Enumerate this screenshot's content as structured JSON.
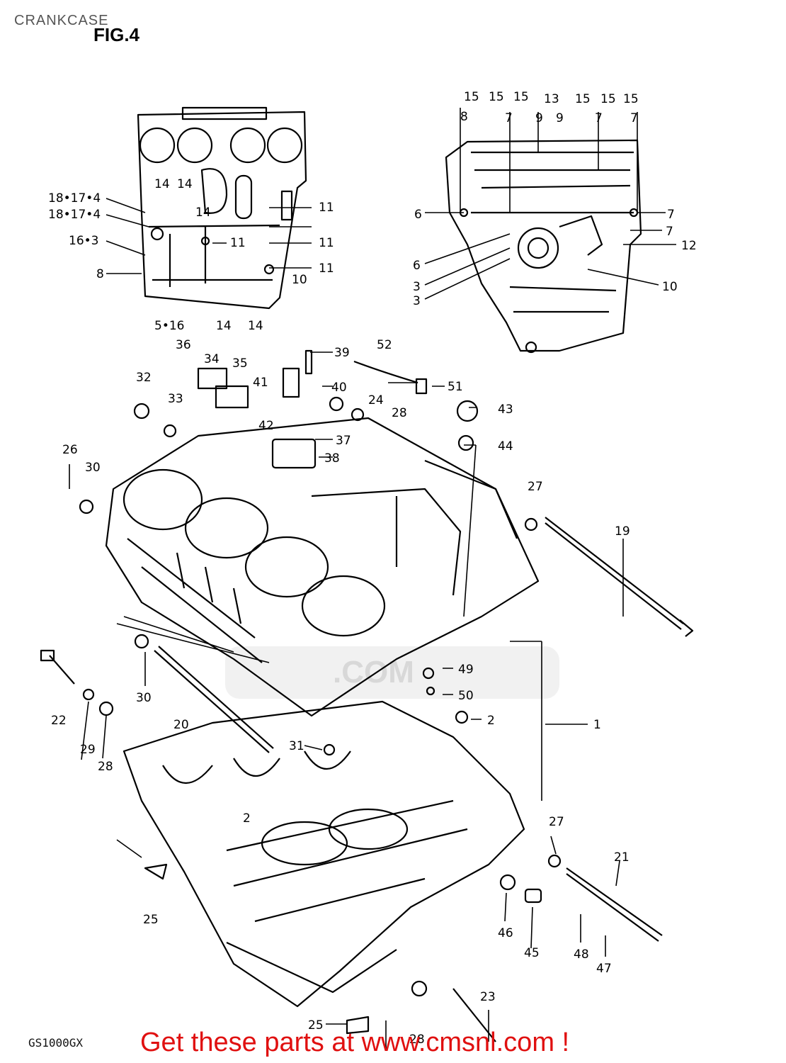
{
  "header": {
    "page_title": "CRANKCASE",
    "fig_label": "FIG.4"
  },
  "watermark": {
    "text": ".COM"
  },
  "footer": {
    "model_code": "GS1000GX",
    "promo_text": "Get these parts at www.cmsnl.com !",
    "promo_color": "#e01010"
  },
  "callouts": [
    {
      "id": "c-15a",
      "label": "15"
    },
    {
      "id": "c-15b",
      "label": "15"
    },
    {
      "id": "c-15c",
      "label": "15"
    },
    {
      "id": "c-13",
      "label": "13"
    },
    {
      "id": "c-15d",
      "label": "15"
    },
    {
      "id": "c-15e",
      "label": "15"
    },
    {
      "id": "c-15f",
      "label": "15"
    },
    {
      "id": "c-8-top",
      "label": "8"
    },
    {
      "id": "c-7a",
      "label": "7"
    },
    {
      "id": "c-9a",
      "label": "9"
    },
    {
      "id": "c-9b",
      "label": "9"
    },
    {
      "id": "c-7b",
      "label": "7"
    },
    {
      "id": "c-7c",
      "label": "7"
    },
    {
      "id": "c-6a",
      "label": "6"
    },
    {
      "id": "c-7d",
      "label": "7"
    },
    {
      "id": "c-7e",
      "label": "7"
    },
    {
      "id": "c-12",
      "label": "12"
    },
    {
      "id": "c-6b",
      "label": "6"
    },
    {
      "id": "c-3a",
      "label": "3"
    },
    {
      "id": "c-3b",
      "label": "3"
    },
    {
      "id": "c-10-right",
      "label": "10"
    },
    {
      "id": "c-18-17-4a",
      "label": "18•17•4"
    },
    {
      "id": "c-18-17-4b",
      "label": "18•17•4"
    },
    {
      "id": "c-16-3",
      "label": "16•3"
    },
    {
      "id": "c-8-left",
      "label": "8"
    },
    {
      "id": "c-14a",
      "label": "14"
    },
    {
      "id": "c-14b",
      "label": "14"
    },
    {
      "id": "c-14c",
      "label": "14"
    },
    {
      "id": "c-11a",
      "label": "11"
    },
    {
      "id": "c-11b",
      "label": "11"
    },
    {
      "id": "c-11c",
      "label": "11"
    },
    {
      "id": "c-11d",
      "label": "11"
    },
    {
      "id": "c-10-left",
      "label": "10"
    },
    {
      "id": "c-5-16",
      "label": "5•16"
    },
    {
      "id": "c-14d",
      "label": "14"
    },
    {
      "id": "c-14e",
      "label": "14"
    },
    {
      "id": "c-36",
      "label": "36"
    },
    {
      "id": "c-34",
      "label": "34"
    },
    {
      "id": "c-35",
      "label": "35"
    },
    {
      "id": "c-32",
      "label": "32"
    },
    {
      "id": "c-33",
      "label": "33"
    },
    {
      "id": "c-39",
      "label": "39"
    },
    {
      "id": "c-52",
      "label": "52"
    },
    {
      "id": "c-41",
      "label": "41"
    },
    {
      "id": "c-40",
      "label": "40"
    },
    {
      "id": "c-51",
      "label": "51"
    },
    {
      "id": "c-24",
      "label": "24"
    },
    {
      "id": "c-28a",
      "label": "28"
    },
    {
      "id": "c-43",
      "label": "43"
    },
    {
      "id": "c-42",
      "label": "42"
    },
    {
      "id": "c-37",
      "label": "37"
    },
    {
      "id": "c-38",
      "label": "38"
    },
    {
      "id": "c-44",
      "label": "44"
    },
    {
      "id": "c-26",
      "label": "26"
    },
    {
      "id": "c-30a",
      "label": "30"
    },
    {
      "id": "c-27a",
      "label": "27"
    },
    {
      "id": "c-19",
      "label": "19"
    },
    {
      "id": "c-49",
      "label": "49"
    },
    {
      "id": "c-50",
      "label": "50"
    },
    {
      "id": "c-22",
      "label": "22"
    },
    {
      "id": "c-30b",
      "label": "30"
    },
    {
      "id": "c-20",
      "label": "20"
    },
    {
      "id": "c-2a",
      "label": "2"
    },
    {
      "id": "c-1",
      "label": "1"
    },
    {
      "id": "c-29",
      "label": "29"
    },
    {
      "id": "c-28b",
      "label": "28"
    },
    {
      "id": "c-31",
      "label": "31"
    },
    {
      "id": "c-2b",
      "label": "2"
    },
    {
      "id": "c-27b",
      "label": "27"
    },
    {
      "id": "c-21",
      "label": "21"
    },
    {
      "id": "c-25a",
      "label": "25"
    },
    {
      "id": "c-46",
      "label": "46"
    },
    {
      "id": "c-45",
      "label": "45"
    },
    {
      "id": "c-48",
      "label": "48"
    },
    {
      "id": "c-47",
      "label": "47"
    },
    {
      "id": "c-23",
      "label": "23"
    },
    {
      "id": "c-25b",
      "label": "25"
    },
    {
      "id": "c-28c",
      "label": "28"
    }
  ]
}
